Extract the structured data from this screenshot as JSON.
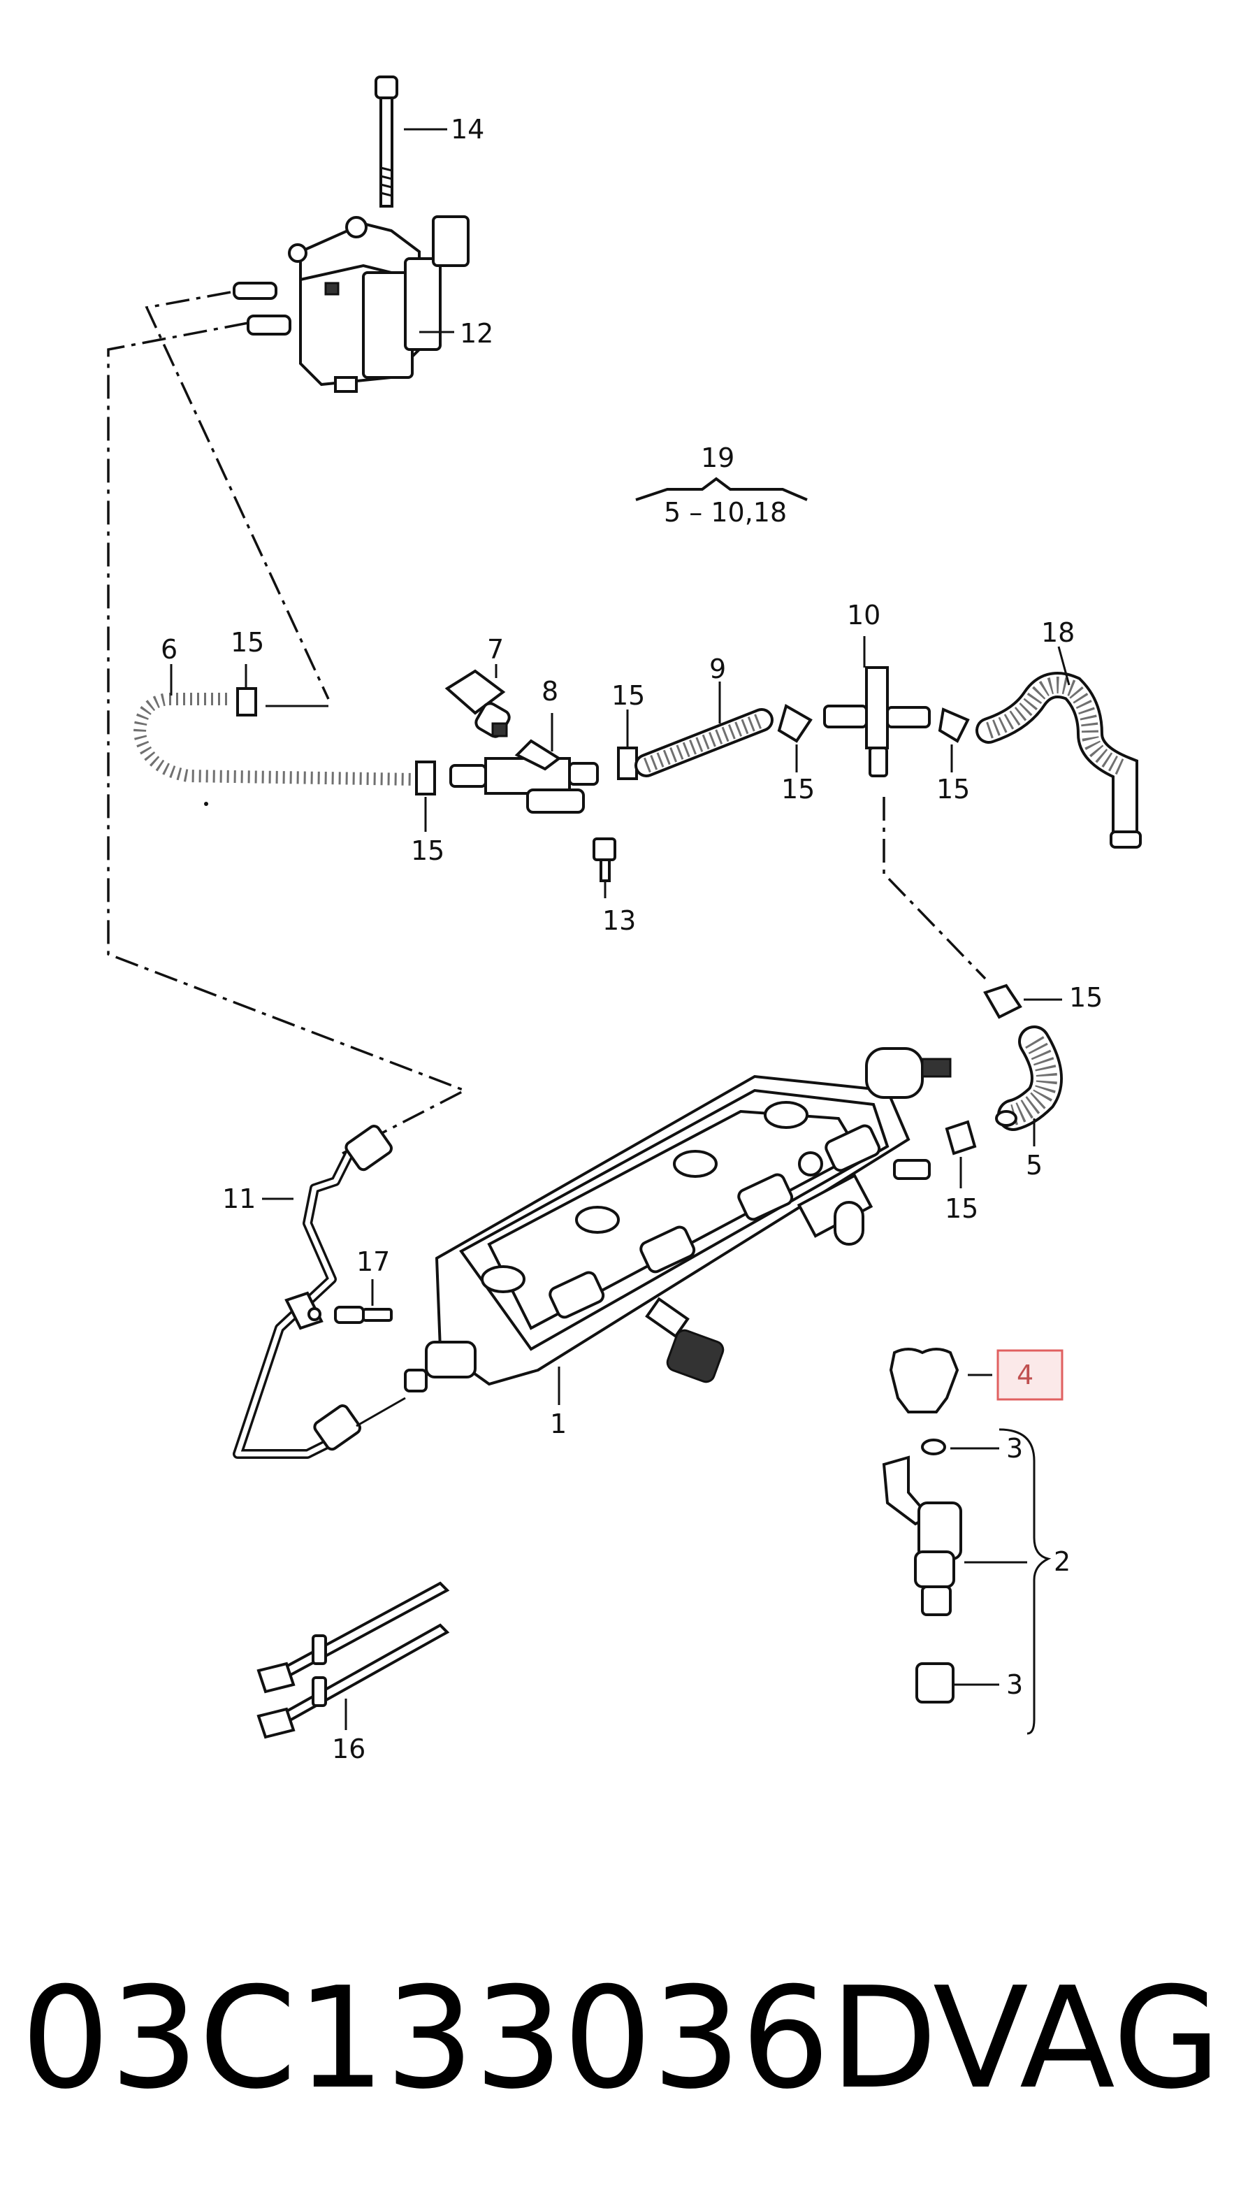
{
  "callouts": {
    "c14": "14",
    "c12": "12",
    "c19": "19",
    "c19_range": "5 – 10,18",
    "c10": "10",
    "c18": "18",
    "c6": "6",
    "c15a": "15",
    "c7": "7",
    "c8": "8",
    "c15b": "15",
    "c9": "9",
    "c15c": "15",
    "c15d": "15",
    "c15e": "15",
    "c13": "13",
    "c15f": "15",
    "c5": "5",
    "c15g": "15",
    "c11": "11",
    "c17": "17",
    "c1": "1",
    "c4": "4",
    "c3a": "3",
    "c2": "2",
    "c3b": "3",
    "c16": "16"
  },
  "highlight": {
    "label": "4",
    "color": "#e06060",
    "fill": "#fbe9e9"
  },
  "footer": {
    "part_number": "03C133036D",
    "brand": "VAG"
  }
}
